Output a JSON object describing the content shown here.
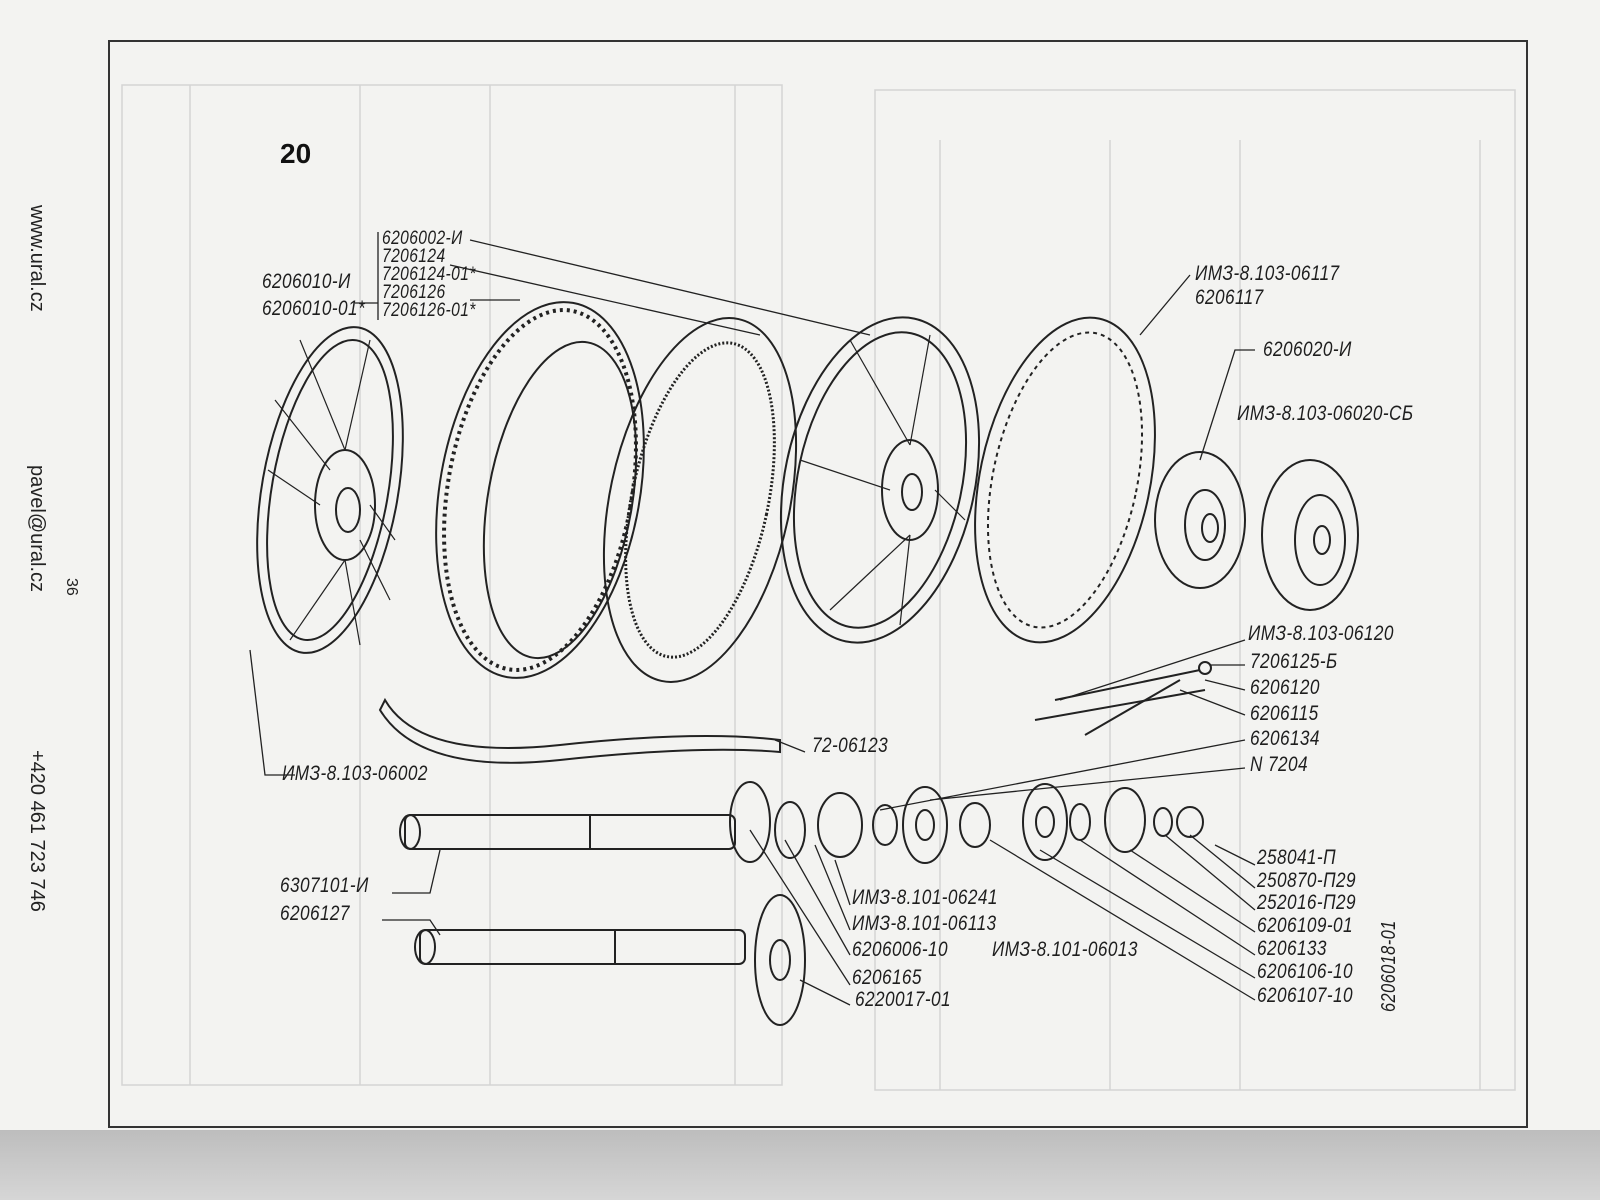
{
  "page": {
    "figure_number": "20",
    "page_number": "36"
  },
  "contacts": {
    "website": "www.ural.cz",
    "email": "pavel@ural.cz",
    "phone": "+420 461 723 746"
  },
  "labels": {
    "left_wheel": [
      "6206010-И",
      "6206010-01*"
    ],
    "tyre_group": [
      "6206002-И",
      "7206124",
      "7206124-01*",
      "7206126",
      "7206126-01*"
    ],
    "rim": [
      "ИМЗ-8.103-06117",
      "6206117"
    ],
    "hub": [
      "6206020-И",
      "ИМЗ-8.103-06020-СБ"
    ],
    "spokes": [
      "ИМЗ-8.103-06120",
      "7206125-Б",
      "6206120",
      "6206115",
      "6206134",
      "N 7204"
    ],
    "rim_tape": "72-06123",
    "wheel_assy": "ИМЗ-8.103-06002",
    "axles": [
      "6307101-И",
      "6206127"
    ],
    "bearing_group": [
      "ИМЗ-8.101-06241",
      "ИМЗ-8.101-06113",
      "6206006-10"
    ],
    "bearing_group_assy": "ИМЗ-8.101-06013",
    "spacer": "6206165",
    "washer": "6220017-01",
    "right_parts": [
      "258041-П",
      "250870-П29",
      "252016-П29",
      "6206109-01",
      "6206133",
      "6206106-10",
      "6206107-10"
    ],
    "vertical": "6206018-01"
  }
}
